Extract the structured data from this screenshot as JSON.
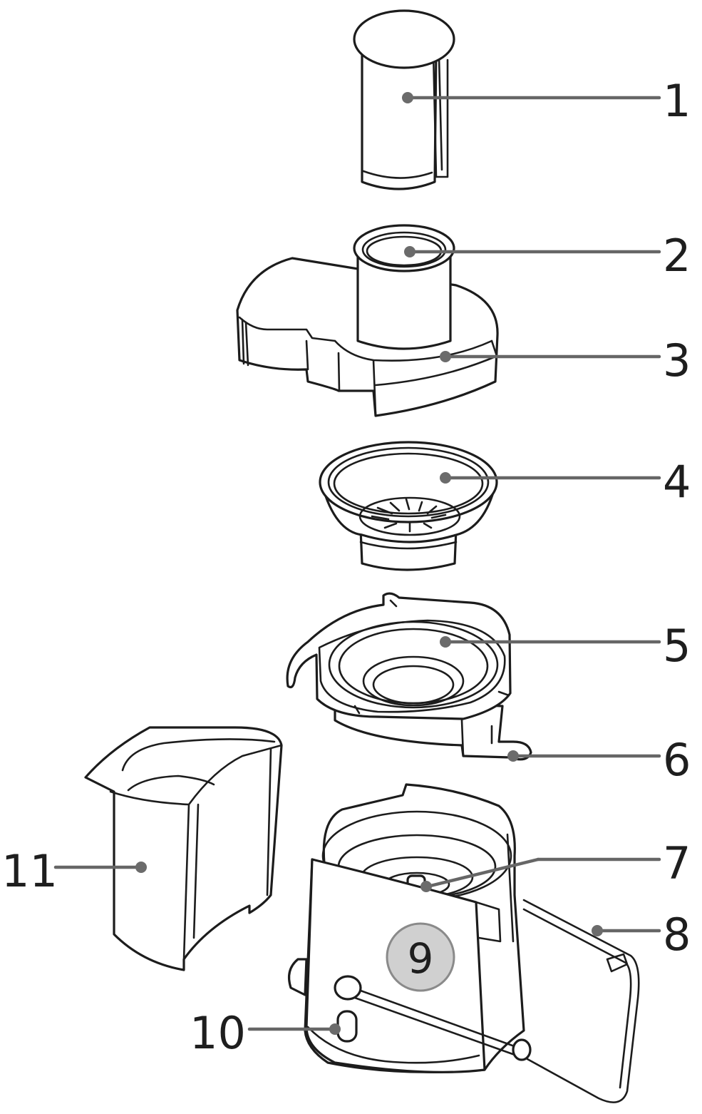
{
  "callouts": [
    {
      "id": "1",
      "label": "1"
    },
    {
      "id": "2",
      "label": "2"
    },
    {
      "id": "3",
      "label": "3"
    },
    {
      "id": "4",
      "label": "4"
    },
    {
      "id": "5",
      "label": "5"
    },
    {
      "id": "6",
      "label": "6"
    },
    {
      "id": "7",
      "label": "7"
    },
    {
      "id": "8",
      "label": "8"
    },
    {
      "id": "9",
      "label": "9"
    },
    {
      "id": "10",
      "label": "10"
    },
    {
      "id": "11",
      "label": "11"
    }
  ],
  "colors": {
    "outline": "#1c1c1c",
    "leader": "#666666",
    "badge_fill": "#d0d0d0",
    "background": "#ffffff"
  }
}
